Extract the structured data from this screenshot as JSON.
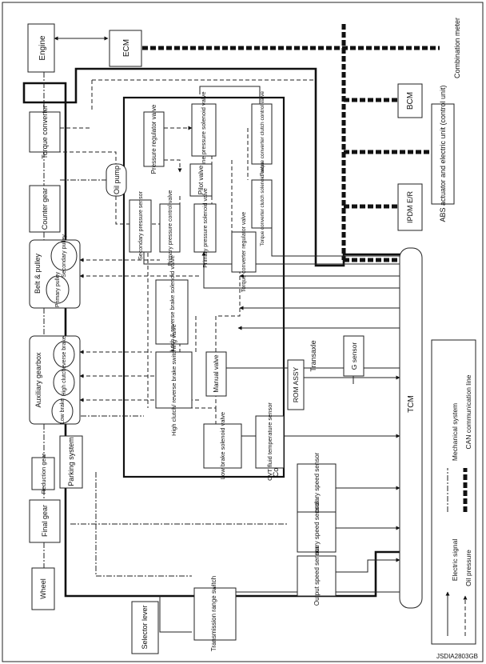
{
  "blocks": {
    "engine": "Engine",
    "ecm": "ECM",
    "combination_meter": "Combination meter",
    "bcm": "BCM",
    "abs": "ABS actuator and electric unit (control unit)",
    "ipdm": "IPDM E/R",
    "torque_converter": "Torque converter",
    "oil_pump": "Oil pump",
    "counter_gear": "Counter gear",
    "belt_pulley": "Belt & pulley",
    "primary_pulley": "Primary pulley",
    "secondary_pulley": "Secondary pulley",
    "auxiliary_gearbox": "Auxiliary gearbox",
    "low_brake": "Low brake",
    "high_clutch": "High clutch",
    "reverse_brake": "Reverse brake",
    "reduction_gear": "Reduction gear",
    "parking_system": "Parking system",
    "final_gear": "Final gear",
    "wheel": "Wheel",
    "selector_lever": "Selector lever",
    "tr_switch": "Transmission range switch",
    "pressure_regulator_valve": "Pressure regulator valve",
    "line_pressure_solenoid": "Line pressure solenoid valve",
    "tcc_control_valve": "Torque converter clutch control valve",
    "pilot_valve": "Pilot valve",
    "secondary_pressure_sensor": "Secondary pressure sensor",
    "primary_pressure_control_valve": "Primary pressure control valve",
    "primary_pressure_solenoid": "Primary pressure solenoid valve",
    "tc_regulator_valve": "Torque converter regulator valve",
    "tcc_solenoid": "Torque converter clutch solenoid valve",
    "high_clutch_solenoid": "High clutch & reverse brake solenoid valve",
    "high_clutch_switching": "High clutch/ reverse brake switching valve",
    "manual_valve": "Manual valve",
    "low_brake_solenoid": "Low brake solenoid valve",
    "control_valve": "Control valve",
    "transaxle": "Transaxle",
    "rom_assy": "ROM ASSY",
    "g_sensor": "G sensor",
    "cvt_fluid_sensor": "CVT fluid temperature sensor",
    "tcm": "TCM",
    "secondary_speed_sensor": "Secondary speed sensor",
    "primary_speed_sensor": "Primary speed sensor",
    "output_speed_sensor": "Output speed sensor"
  },
  "legend": {
    "electric_signal": "Electric signal",
    "oil_pressure": "Oil pressure",
    "mechanical_system": "Mechanical system",
    "can_line": "CAN communication line"
  },
  "footer": {
    "code": "JSDIA2803GB"
  }
}
